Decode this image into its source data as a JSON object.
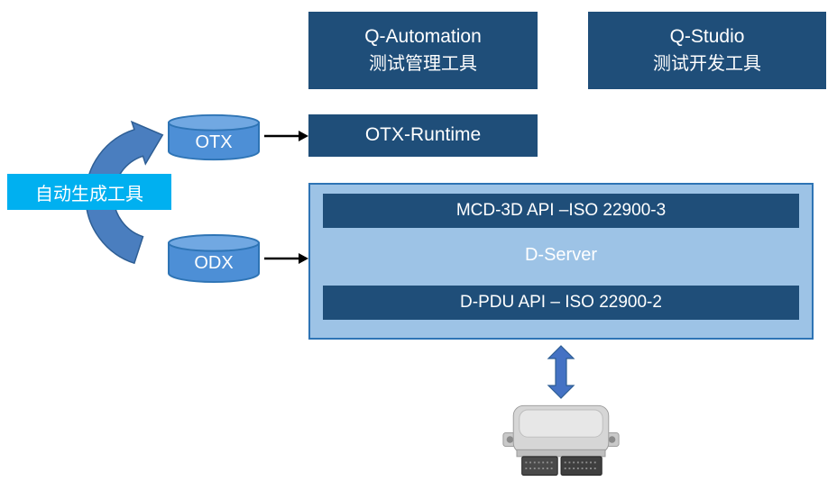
{
  "boxes": {
    "q_automation_line1": "Q-Automation",
    "q_automation_line2": "测试管理工具",
    "q_studio_line1": "Q-Studio",
    "q_studio_line2": "测试开发工具",
    "otx_runtime": "OTX-Runtime",
    "auto_gen": "自动生成工具",
    "mcd_api": "MCD-3D API –ISO 22900-3",
    "d_server": "D-Server",
    "d_pdu_api": "D-PDU API – ISO 22900-2"
  },
  "cylinders": {
    "otx": "OTX",
    "odx": "ODX"
  },
  "icons": {
    "curved_arrow": "curved-generation-arrow",
    "otx_arrow": "otx-to-runtime-arrow",
    "odx_arrow": "odx-to-dserver-arrow",
    "double_arrow": "dserver-ecu-double-arrow",
    "ecu": "ecu-device-image"
  },
  "colors": {
    "dark_blue": "#1F4E79",
    "cyan": "#00B0F0",
    "panel_fill": "#9DC3E6",
    "panel_border": "#2E74B5",
    "cylinder_fill": "#4D8FD6",
    "cylinder_top": "#71A8E2",
    "cylinder_border": "#2E74B5",
    "arrow_blue": "#4A7EBF",
    "arrow_border": "#2E5E94",
    "double_arrow_fill": "#4472C4",
    "arrow_black": "#000000"
  }
}
